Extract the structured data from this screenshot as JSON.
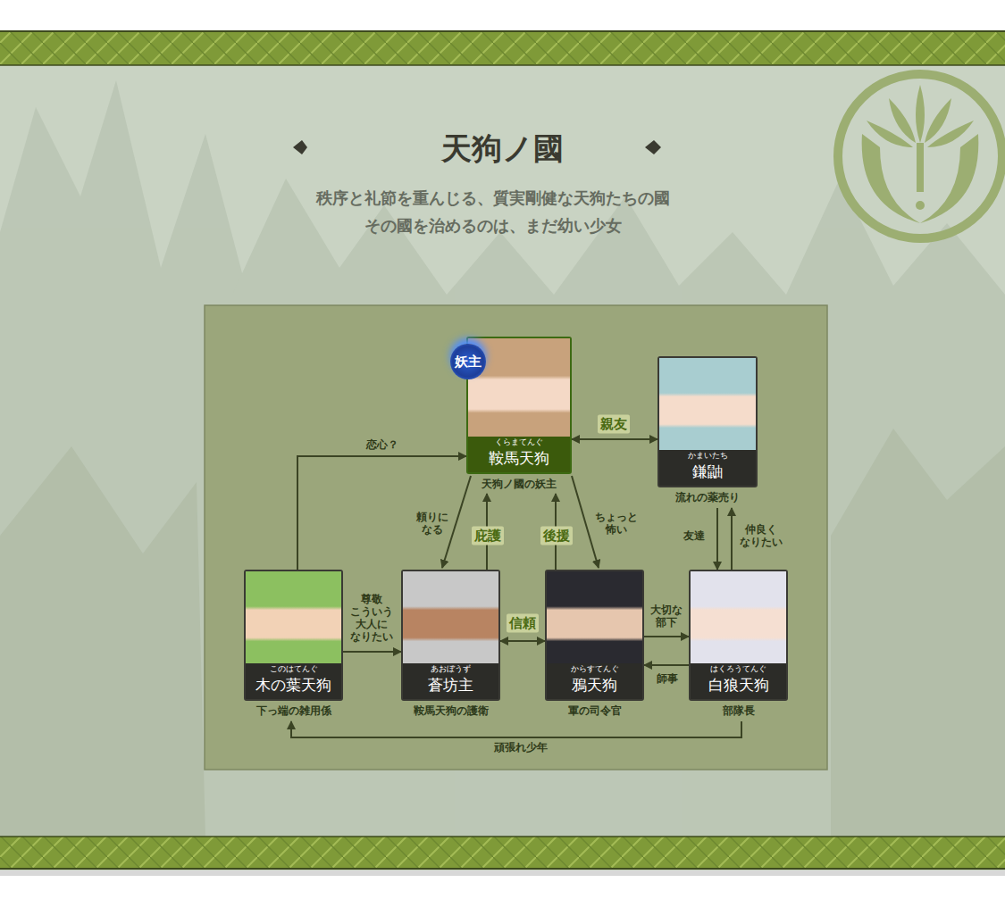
{
  "diagram": {
    "title": "天狗ノ國",
    "caption": "秩序と礼節を重んじる、質実剛健な天狗たちの國 その國を治めるのは、まだ幼い少女",
    "nodes": [
      {
        "text": [
          "妖主",
          "くらまてんぐ",
          "鞍馬天狗",
          "天狗ノ國の妖主"
        ]
      },
      {
        "text": [
          "かまいたち",
          "鎌鼬",
          "流れの薬売り"
        ]
      },
      {
        "text": [
          "このはてんぐ",
          "木の葉天狗",
          "下っ端の雑用係"
        ]
      },
      {
        "text": [
          "あおぼうず",
          "蒼坊主",
          "鞍馬天狗の護衛"
        ]
      },
      {
        "text": [
          "からすてんぐ",
          "鴉天狗",
          "軍の司令官"
        ]
      },
      {
        "text": [
          "はくろうてんぐ",
          "白狼天狗",
          "部隊長"
        ]
      }
    ],
    "edges": [
      {
        "from": 0,
        "to": 1,
        "label": "親友",
        "arrow": "both"
      },
      {
        "from": 2,
        "to": 0,
        "label": "恋心？",
        "arrow": "to"
      },
      {
        "from": 0,
        "to": 3,
        "label": "頼りに なる",
        "arrow": "to"
      },
      {
        "from": 3,
        "to": 0,
        "label": "庇護",
        "arrow": "to"
      },
      {
        "from": 4,
        "to": 0,
        "label": "後援",
        "arrow": "to"
      },
      {
        "from": 0,
        "to": 4,
        "label": "ちょっと 怖い",
        "arrow": "to"
      },
      {
        "from": 1,
        "to": 5,
        "label": "友達",
        "arrow": "to"
      },
      {
        "from": 5,
        "to": 1,
        "label": "仲良く なりたい",
        "arrow": "to"
      },
      {
        "from": 2,
        "to": 3,
        "label": "尊敬 こういう 大人に なりたい",
        "arrow": "to"
      },
      {
        "from": 3,
        "to": 4,
        "label": "信頼",
        "arrow": "both"
      },
      {
        "from": 4,
        "to": 5,
        "label": "大切な 部下",
        "arrow": "to"
      },
      {
        "from": 5,
        "to": 4,
        "label": "師事",
        "arrow": "to"
      },
      {
        "from": 5,
        "to": 2,
        "label": "頑張れ少年",
        "arrow": "to"
      }
    ]
  }
}
